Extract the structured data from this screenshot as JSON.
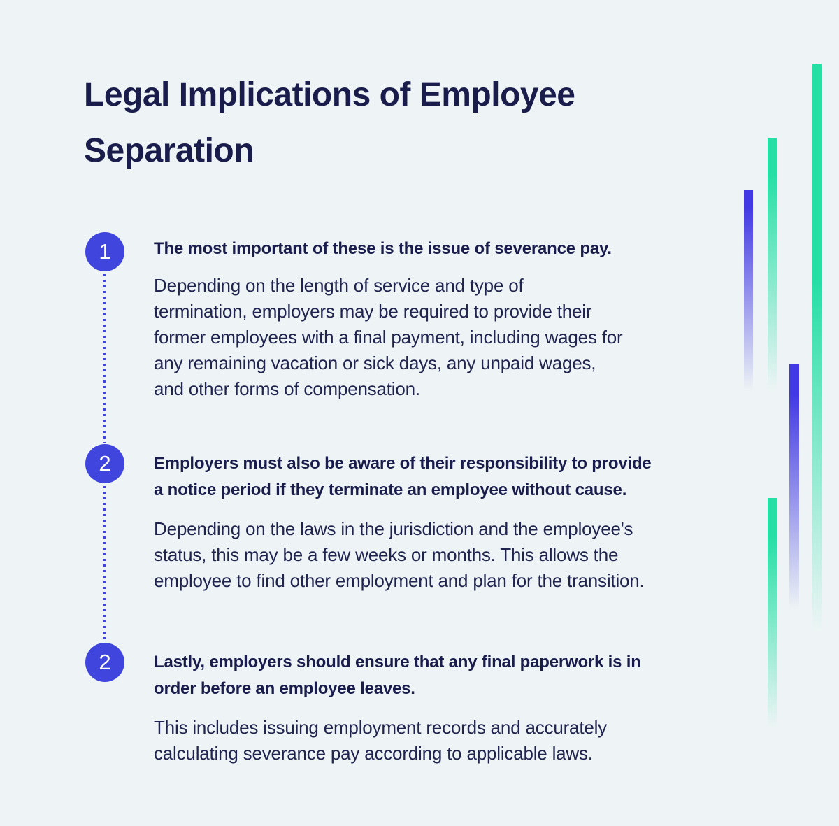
{
  "colors": {
    "page-bg": "#EEF4F5",
    "heading-navy": "#1A1D4C",
    "body-navy": "#20244F",
    "circle-blue": "#4046DD",
    "bar-blue": "#4238E4",
    "bar-green": "#25DFA5",
    "number-white": "#FFFFFF"
  },
  "header": {
    "title": "Legal Implications of Employee\nSeparation"
  },
  "timeline": {
    "items": [
      {
        "number": "1",
        "heading": "The most important of these is the issue of severance pay.",
        "body": "Depending on the length of service and type of\ntermination, employers may be required to provide their\nformer employees with a final payment, including wages for\nany remaining vacation or sick days, any unpaid wages,\nand other forms of compensation."
      },
      {
        "number": "2",
        "heading": "Employers must also be aware of their responsibility to provide\na notice period if they terminate an employee without cause.",
        "body": "Depending on the laws in the jurisdiction and the employee's\nstatus, this may be a few weeks or months. This allows the\nemployee to find other employment and plan for the transition."
      },
      {
        "number": "2",
        "heading": "Lastly, employers should ensure that any final paperwork is in\norder before an employee leaves.",
        "body": "This includes issuing employment records and accurately\ncalculating severance pay according to applicable laws."
      }
    ]
  }
}
